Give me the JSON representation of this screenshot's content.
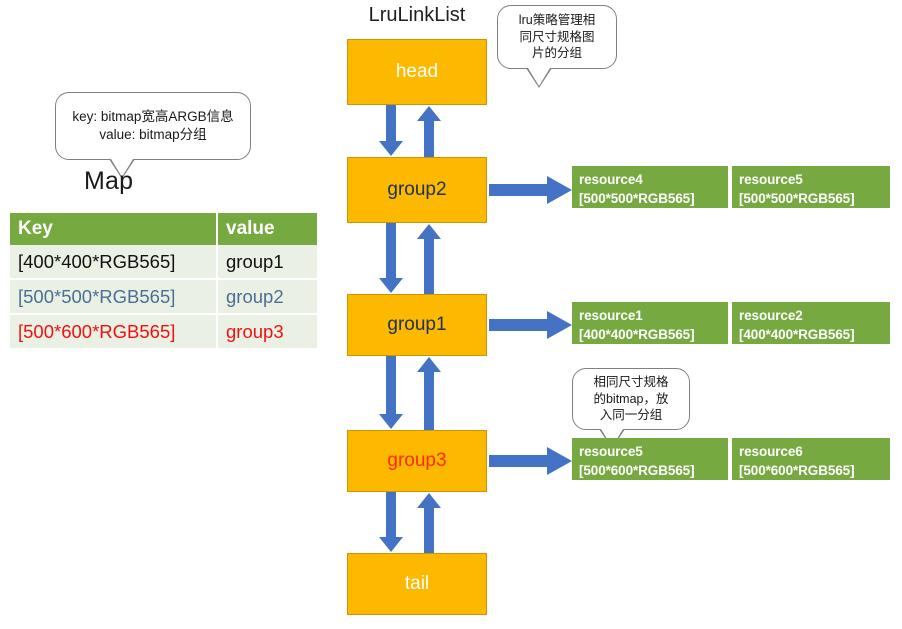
{
  "colors": {
    "orange": "#fcb900",
    "green": "#76a940",
    "green_light": "#eaf1e4",
    "blue_arrow": "#4472c4",
    "red": "#ee1111",
    "blue_text": "#4a6f96"
  },
  "map_section": {
    "callout": "key:  bitmap宽高ARGB信息\nvalue: bitmap分组",
    "label": "Map",
    "table": {
      "headers": [
        "Key",
        "value"
      ],
      "rows": [
        {
          "key": "[400*400*RGB565]",
          "value": "group1",
          "color": "black"
        },
        {
          "key": "[500*500*RGB565]",
          "value": "group2",
          "color": "blue"
        },
        {
          "key": "[500*600*RGB565]",
          "value": "group3",
          "color": "red"
        }
      ]
    }
  },
  "list_section": {
    "title": "LruLinkList",
    "callout_top": "lru策略管理相\n同尺寸规格图\n片的分组",
    "callout_bottom": "相同尺寸规格\n的bitmap，放\n入同一分组",
    "nodes": [
      {
        "label": "head",
        "style": "white"
      },
      {
        "label": "group2",
        "style": "dark"
      },
      {
        "label": "group1",
        "style": "dark"
      },
      {
        "label": "group3",
        "style": "red"
      },
      {
        "label": "tail",
        "style": "white"
      }
    ]
  },
  "resource_groups": [
    {
      "for_node": "group2",
      "items": [
        {
          "name": "resource4",
          "spec": "[500*500*RGB565]"
        },
        {
          "name": "resource5",
          "spec": "[500*500*RGB565]"
        }
      ]
    },
    {
      "for_node": "group1",
      "items": [
        {
          "name": "resource1",
          "spec": "[400*400*RGB565]"
        },
        {
          "name": "resource2",
          "spec": "[400*400*RGB565]"
        }
      ]
    },
    {
      "for_node": "group3",
      "items": [
        {
          "name": "resource5",
          "spec": "[500*600*RGB565]"
        },
        {
          "name": "resource6",
          "spec": "[500*600*RGB565]"
        }
      ]
    }
  ]
}
